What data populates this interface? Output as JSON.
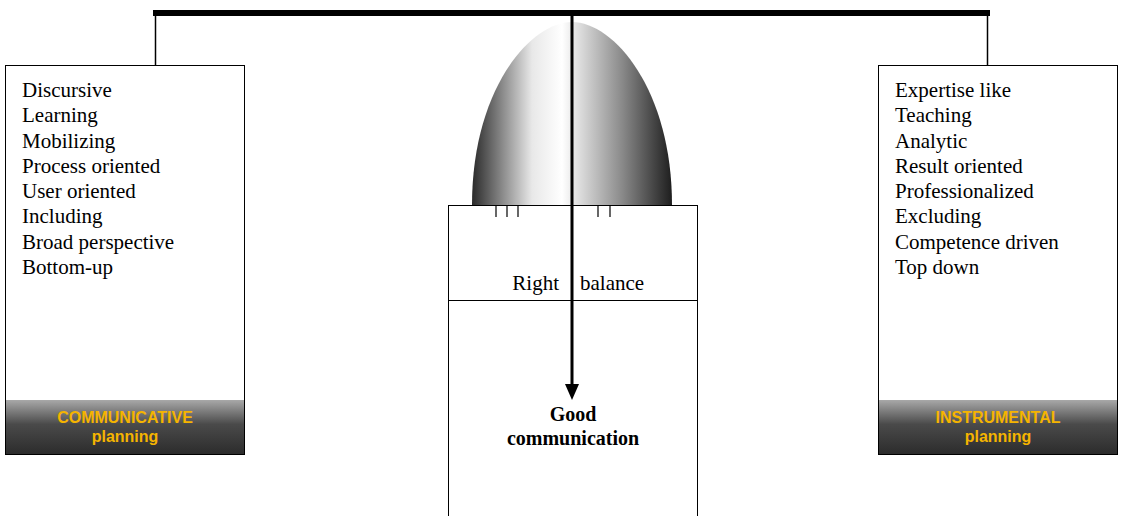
{
  "diagram": {
    "nodes": [
      {
        "text": [
          "Discursive",
          "Learning",
          "Mobilizing",
          "Process oriented",
          "User oriented",
          "Including",
          "Broad perspective",
          "Bottom-up"
        ]
      },
      {
        "text": [
          "COMMUNICATIVE planning"
        ],
        "in": 0
      },
      {
        "text": [
          "Right",
          "balance"
        ]
      },
      {
        "text": [
          "Good communication"
        ]
      },
      {
        "text": [
          "Expertise like",
          "Teaching",
          "Analytic",
          "Result oriented",
          "Professionalized",
          "Excluding",
          "Competence driven",
          "Top down"
        ]
      },
      {
        "text": [
          "INSTRUMENTAL planning"
        ],
        "in": 4
      }
    ]
  }
}
